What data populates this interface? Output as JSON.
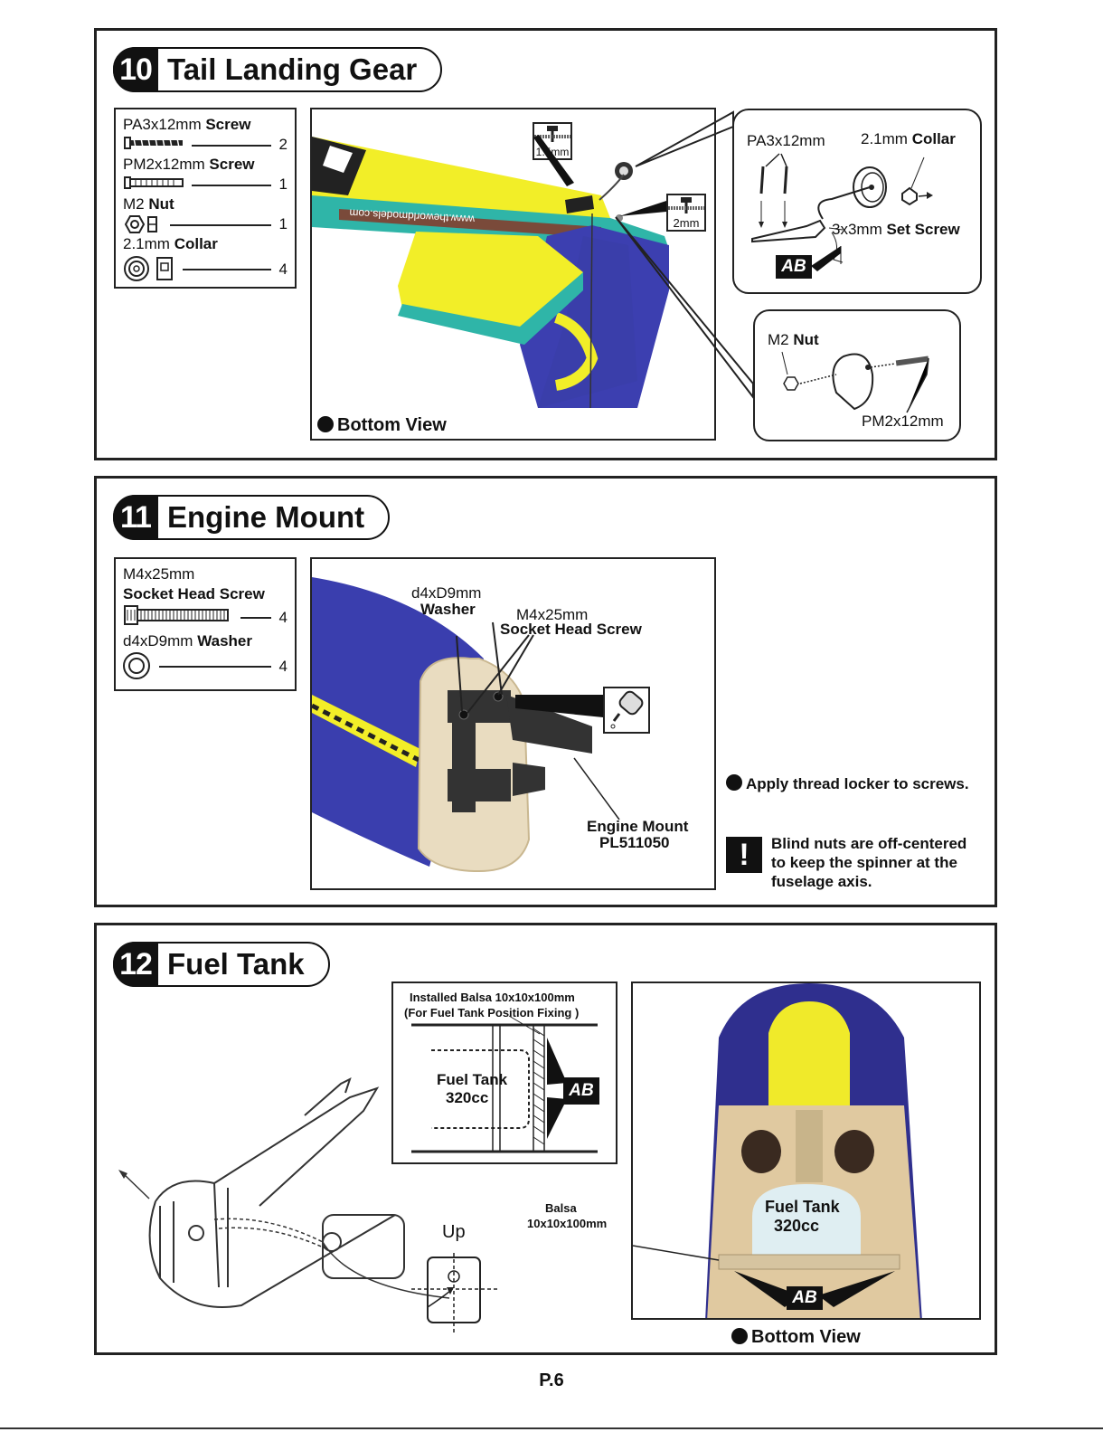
{
  "page_number": "P.6",
  "step10": {
    "number": "10",
    "title": "Tail Landing Gear",
    "parts": [
      {
        "name": "PA3x12mm",
        "bold": "Screw",
        "qty": "2"
      },
      {
        "name": "PM2x12mm",
        "bold": "Screw",
        "qty": "1"
      },
      {
        "name": "M2",
        "bold": "Nut",
        "qty": "1"
      },
      {
        "name": "2.1mm",
        "bold": "Collar",
        "qty": "4"
      }
    ],
    "photo_caption": "Bottom View",
    "photo_decal": "www.theworldmodels.com",
    "drill_1": "1.5mm",
    "drill_2": "2mm",
    "detail_a": {
      "screw_label": "PA3x12mm",
      "collar_name": "2.1mm",
      "collar_bold": "Collar",
      "setscrew_name": "3x3mm",
      "setscrew_bold": "Set Screw",
      "glue": "AB"
    },
    "detail_b": {
      "nut_name": "M2",
      "nut_bold": "Nut",
      "screw_label": "PM2x12mm"
    }
  },
  "step11": {
    "number": "11",
    "title": "Engine Mount",
    "parts": [
      {
        "name": "M4x25mm",
        "bold_line": "Socket Head Screw",
        "qty": "4"
      },
      {
        "name": "d4xD9mm",
        "bold": "Washer",
        "qty": "4"
      }
    ],
    "labels": {
      "washer_size": "d4xD9mm",
      "washer": "Washer",
      "screw_size": "M4x25mm",
      "screw": "Socket Head Screw",
      "mount": "Engine Mount",
      "mount_code": "PL511050"
    },
    "note": "Apply thread locker to screws.",
    "warning_icon": "!",
    "warning_lines": [
      "Blind nuts are off-centered",
      "to keep the spinner at the",
      "fuselage axis."
    ]
  },
  "step12": {
    "number": "12",
    "title": "Fuel Tank",
    "diagram_title_1": "Installed Balsa 10x10x100mm",
    "diagram_title_2": "(For Fuel Tank Position Fixing )",
    "tank_label_1": "Fuel Tank",
    "tank_label_2": "320cc",
    "glue": "AB",
    "up_label": "Up",
    "balsa_label_1": "Balsa",
    "balsa_label_2": "10x10x100mm",
    "photo_caption": "Bottom View"
  }
}
